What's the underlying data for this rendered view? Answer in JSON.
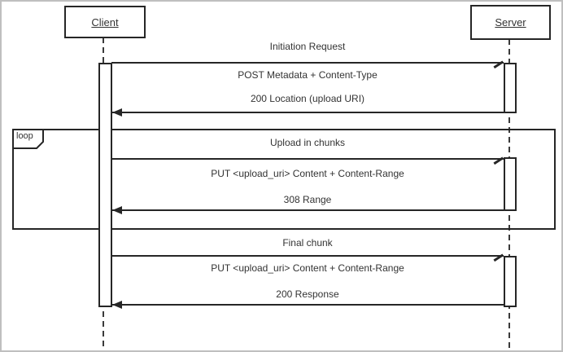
{
  "diagram": {
    "type": "sequence",
    "actors": [
      {
        "name": "Client"
      },
      {
        "name": "Server"
      }
    ],
    "fragment": {
      "label": "loop"
    },
    "exchanges": [
      {
        "title": "Initiation Request",
        "request": "POST Metadata + Content-Type",
        "response": "200 Location (upload URI)",
        "in_loop": false
      },
      {
        "title": "Upload in chunks",
        "request": "PUT <upload_uri> Content + Content-Range",
        "response": "308 Range",
        "in_loop": true
      },
      {
        "title": "Final chunk",
        "request": "PUT <upload_uri> Content + Content-Range",
        "response": "200 Response",
        "in_loop": false
      }
    ],
    "colors": {
      "line": "#262626",
      "text": "#333333",
      "background": "#ffffff",
      "frame_border": "#bfbfbf"
    }
  }
}
